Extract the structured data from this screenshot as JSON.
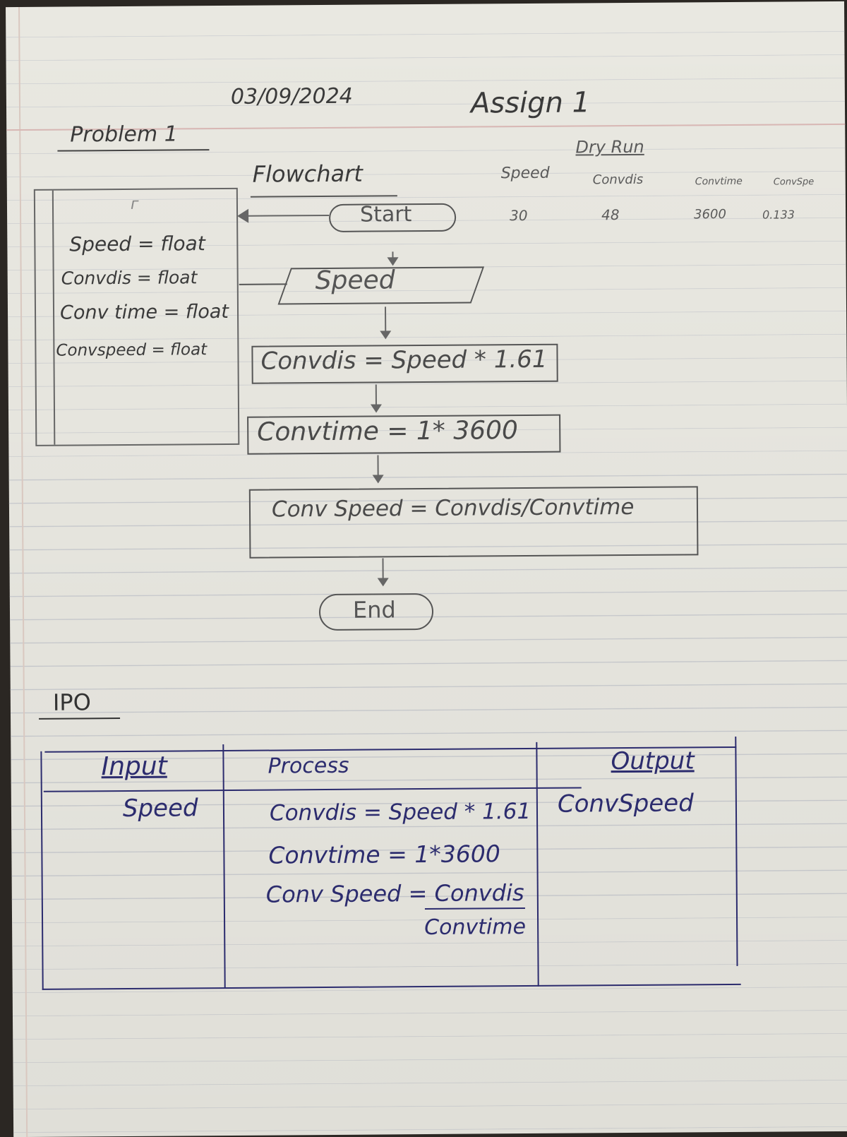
{
  "header": {
    "date": "03/09/2024",
    "assignment": "Assign 1",
    "problem": "Problem 1"
  },
  "flowchart": {
    "title": "Flowchart",
    "start": "Start",
    "input_step": "Speed",
    "step_convdis": "Convdis = Speed * 1.61",
    "step_convtime": "Convtime = 1* 3600",
    "step_convspeed": "Conv Speed = Convdis/Convtime",
    "end": "End"
  },
  "declarations": {
    "corner_mark": "г",
    "lines": [
      "Speed = float",
      "Convdis = float",
      "Conv time = float",
      "Convspeed = float"
    ]
  },
  "dry_run": {
    "title": "Dry Run",
    "columns": [
      "Speed",
      "Convdis",
      "Convtime",
      "ConvSpe"
    ],
    "values": [
      "30",
      "48",
      "3600",
      "0.133"
    ]
  },
  "ipo": {
    "title": "IPO",
    "headers": [
      "Input",
      "Process",
      "Output"
    ],
    "input": "Speed",
    "process_lines": [
      "Convdis = Speed * 1.61",
      "Convtime = 1*3600",
      "Conv Speed = Convdis"
    ],
    "process_denominator": "Convtime",
    "output": "ConvSpeed"
  }
}
